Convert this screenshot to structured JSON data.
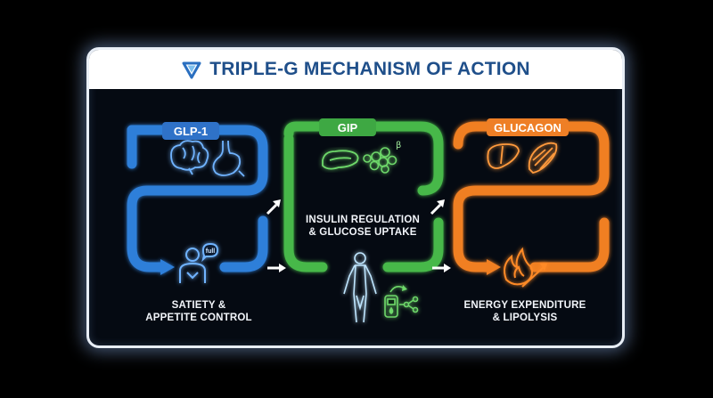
{
  "title": "TRIPLE-G MECHANISM OF ACTION",
  "stages": [
    {
      "id": "glp1",
      "label": "GLP-1",
      "caption": "SATIETY &\nAPPETITE CONTROL",
      "color": "#2f7fd9"
    },
    {
      "id": "gip",
      "label": "GIP",
      "caption": "INSULIN REGULATION\n& GLUCOSE UPTAKE",
      "color": "#46b84a"
    },
    {
      "id": "glucagon",
      "label": "GLUCAGON",
      "caption": "ENERGY EXPENDITURE\n& LIPOLYSIS",
      "color": "#f07f22"
    }
  ],
  "icons": {
    "speech_bubble_text": "full",
    "beta_symbol": "β"
  },
  "colors": {
    "background": "#000000",
    "header": "#ffffff",
    "title": "#1f4f8a",
    "frame_border": "#e8eef6"
  }
}
